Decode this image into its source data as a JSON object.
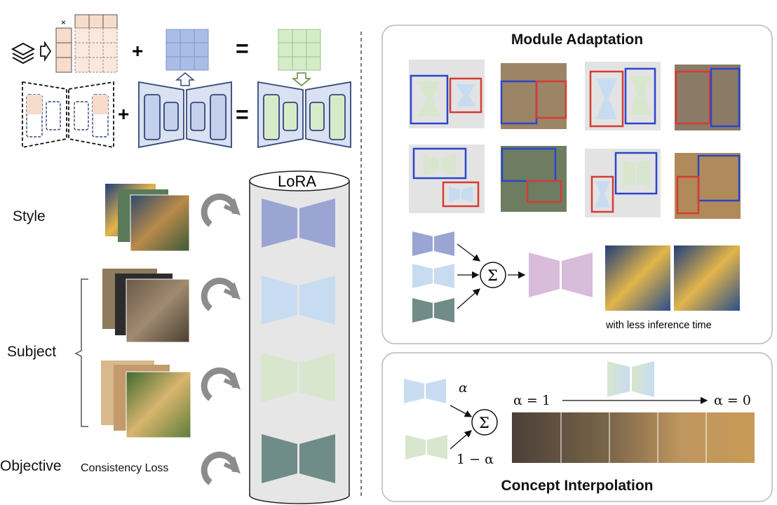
{
  "labels": {
    "style": "Style",
    "subject": "Subject",
    "objective": "Objective",
    "consistency_loss": "Consistency Loss",
    "lora": "LoRA",
    "module_adaptation": "Module Adaptation",
    "less_inference": "with less inference time",
    "concept_interpolation": "Concept Interpolation",
    "plus": "+",
    "equals": "=",
    "times": "×",
    "sigma": "Σ",
    "alpha": "α",
    "one_minus_alpha": "1 − α",
    "alpha_eq_1": "α = 1",
    "alpha_eq_0": "α = 0"
  },
  "colors": {
    "style_module": "#9aa5d3",
    "subject_module": "#c8dcf1",
    "subject2_module": "#d8e6cd",
    "objective_module": "#6f8c88",
    "merged_module": "#d8bcd9",
    "frame_blue": "#2a46c9",
    "frame_red": "#d63b33",
    "unet_fill": "#d9e1f2",
    "unet_stroke": "#34477a",
    "peach": "#f7dccb",
    "cylinder": "#e6e6e6"
  },
  "icons": [
    "layers-icon",
    "arrow-right-icon",
    "refresh-icon",
    "cat-photo",
    "dog-photo",
    "van-gogh-photo",
    "starry-night-photo"
  ]
}
